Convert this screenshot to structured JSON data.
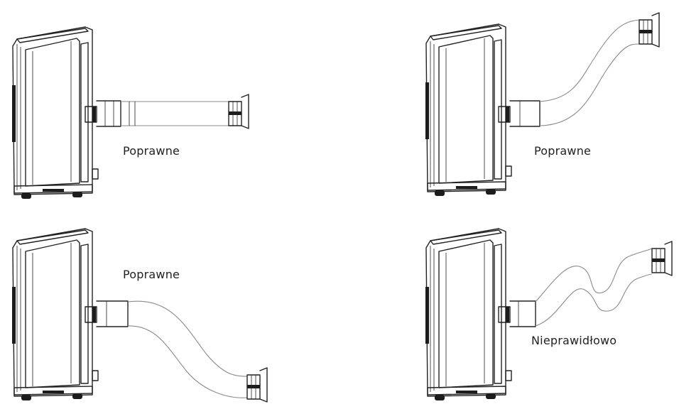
{
  "panels": [
    {
      "caption": "Poprawne"
    },
    {
      "caption": "Poprawne"
    },
    {
      "caption": "Poprawne"
    },
    {
      "caption": "Nieprawidłowo"
    }
  ]
}
